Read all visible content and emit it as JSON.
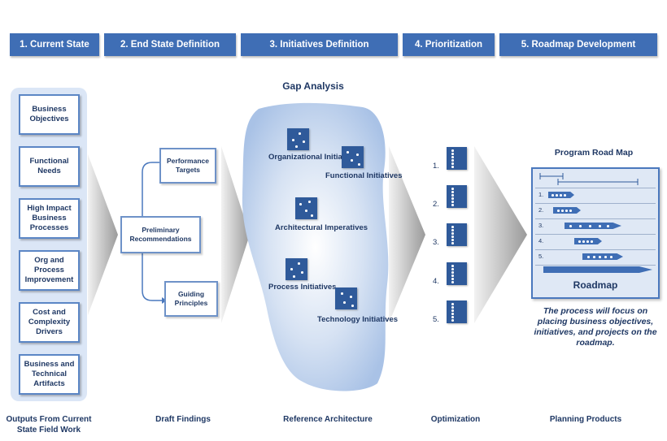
{
  "phases": [
    {
      "label": "1. Current State"
    },
    {
      "label": "2. End State Definition"
    },
    {
      "label": "3. Initiatives Definition"
    },
    {
      "label": "4. Prioritization"
    },
    {
      "label": "5. Roadmap Development"
    }
  ],
  "current_state_items": [
    {
      "label": "Business Objectives"
    },
    {
      "label": "Functional Needs"
    },
    {
      "label": "High Impact Business Processes"
    },
    {
      "label": "Org and Process Improvement"
    },
    {
      "label": "Cost and Complexity Drivers"
    },
    {
      "label": "Business and Technical Artifacts"
    }
  ],
  "draft_findings": {
    "preliminary": "Preliminary Recommendations",
    "performance": "Performance Targets",
    "guiding": "Guiding Principles"
  },
  "gap_analysis": {
    "title": "Gap Analysis",
    "initiatives": [
      {
        "label": "Organizational Initiatives"
      },
      {
        "label": "Functional Initiatives"
      },
      {
        "label": "Architectural Imperatives"
      },
      {
        "label": "Process Initiatives"
      },
      {
        "label": "Technology Initiatives"
      }
    ]
  },
  "optimization": {
    "numbers": [
      "1.",
      "2.",
      "3.",
      "4.",
      "5."
    ]
  },
  "roadmap": {
    "title": "Program Road Map",
    "caption": "Roadmap",
    "rows": [
      "1.",
      "2.",
      "3.",
      "4.",
      "5."
    ],
    "description": "The process will focus on placing business objectives, initiatives, and projects on the roadmap."
  },
  "column_labels": [
    {
      "label": "Outputs From Current State Field Work"
    },
    {
      "label": "Draft Findings"
    },
    {
      "label": "Reference Architecture"
    },
    {
      "label": "Optimization"
    },
    {
      "label": "Planning Products"
    }
  ],
  "colors": {
    "header_blue": "#3f6eb5",
    "dark_blue": "#2f5a9a",
    "text_navy": "#1f3864",
    "panel_light": "#dbe6f6"
  }
}
